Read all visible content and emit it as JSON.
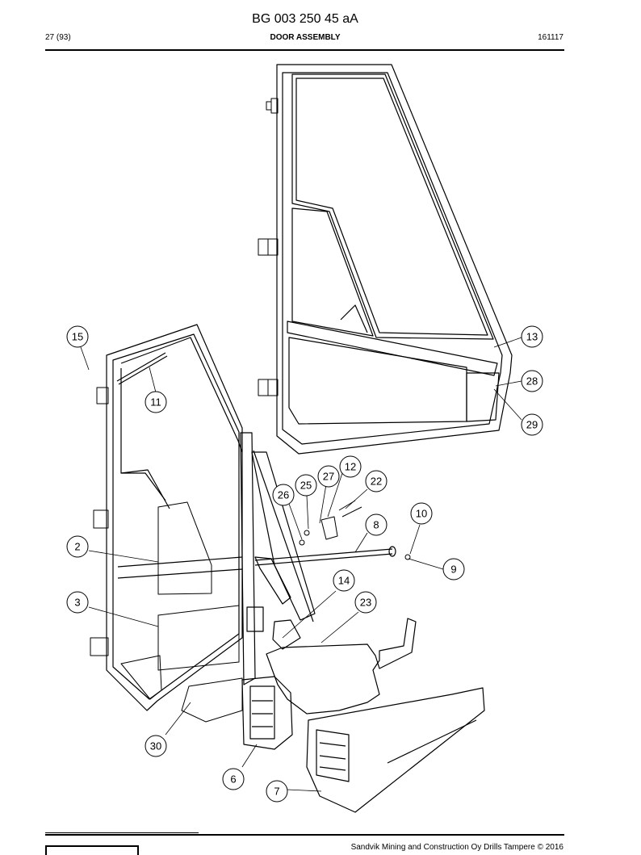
{
  "header": {
    "doc_number": "BG 003 250 45 aA",
    "page": "27 (93)",
    "title": "DOOR ASSEMBLY",
    "date_code": "161117"
  },
  "footer": {
    "copyright": "Sandvik Mining and Construction Oy Drills Tampere © 2016"
  },
  "callouts": [
    "15",
    "11",
    "2",
    "3",
    "30",
    "6",
    "7",
    "13",
    "28",
    "29",
    "12",
    "27",
    "25",
    "26",
    "22",
    "10",
    "8",
    "9",
    "14",
    "23"
  ]
}
